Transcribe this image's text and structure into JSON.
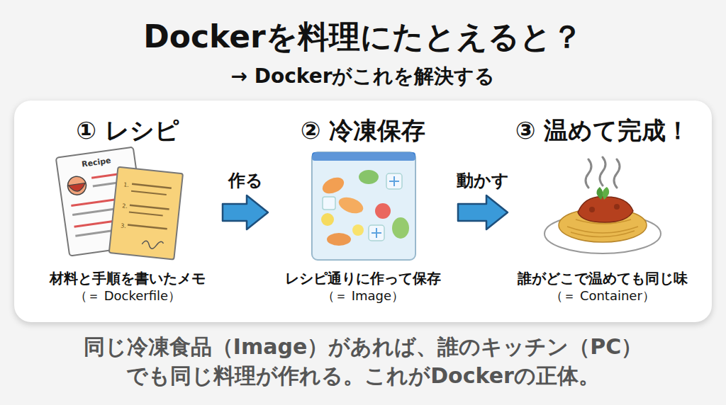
{
  "diagram": {
    "title": "Dockerを料理にたとえると？",
    "caption": "同じ冷凍食品（Image）があれば、誰のキッチン（PC） でも同じ料理が作れる。これがDockerの正体。",
    "nodes": [
      {
        "text": [
          "① レシピ",
          "材料と手順を書いたメモ",
          "（＝ Dockerfile）"
        ]
      },
      {
        "text": [
          "② 冷凍保存",
          "レシピ通りに作って保存",
          "（＝ Image）"
        ]
      },
      {
        "text": [
          "③ 温めて完成！",
          "誰がどこで温めても同じ味",
          "（＝ Container）"
        ]
      }
    ],
    "edges": [
      {
        "from": 0,
        "to": 1,
        "label": "作る",
        "arrow": "to"
      },
      {
        "from": 1,
        "to": 2,
        "label": "動かす",
        "arrow": "to"
      }
    ],
    "labels": [
      "→ Dockerがこれを解決する",
      "Recipe",
      "1.",
      "2.",
      "3."
    ]
  }
}
